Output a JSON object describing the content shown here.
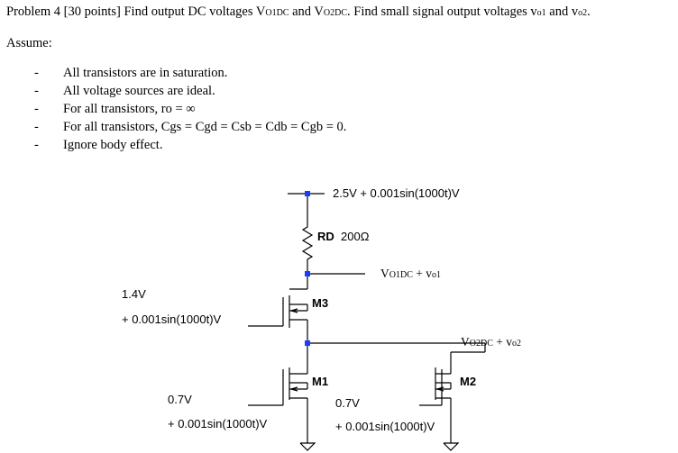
{
  "problem": {
    "prefix": "Problem 4 [30 points] Find output DC voltages ",
    "vo1dc_v": "V",
    "vo1dc_sub": "O1DC",
    "and1": " and ",
    "vo2dc_v": "V",
    "vo2dc_sub": "O2DC",
    "middle": ". Find small signal output voltages ",
    "vo1_v": "v",
    "vo1_sub": "o1",
    "and2": " and ",
    "vo2_v": "v",
    "vo2_sub": "o2",
    "end": "."
  },
  "assume_label": "Assume:",
  "assumptions": [
    {
      "dash": "-",
      "text": "All transistors are in saturation."
    },
    {
      "dash": "-",
      "text": "All voltage sources are ideal."
    },
    {
      "dash": "-",
      "text": "For all transistors, ro = ∞"
    },
    {
      "dash": "-",
      "text": "For all transistors, Cgs = Cgd = Csb = Cdb = Cgb = 0."
    },
    {
      "dash": "-",
      "text": "Ignore body effect."
    }
  ],
  "circuit": {
    "vdd_label": "2.5V + 0.001sin(1000t)V",
    "rd_label": "RD",
    "rd_value": "200Ω",
    "out1": {
      "V": "V",
      "sub1": "O1DC",
      "plus": " + ",
      "v": "v",
      "sub2": "o1"
    },
    "out2": {
      "V": "V",
      "sub1": "O2DC",
      "plus": " + ",
      "v": "v",
      "sub2": "o2"
    },
    "m3_name": "M3",
    "m1_name": "M1",
    "m2_name": "M2",
    "m3_gate_dc": "1.4V",
    "m3_gate_ac": "+ 0.001sin(1000t)V",
    "m1_gate_dc": "0.7V",
    "m1_gate_ac": "+ 0.001sin(1000t)V",
    "m2_gate_dc": "0.7V",
    "m2_gate_ac": "+ 0.001sin(1000t)V",
    "wire_color": "#000000",
    "node_color": "#1a3cff",
    "blank_color": "#e6e6e6"
  }
}
